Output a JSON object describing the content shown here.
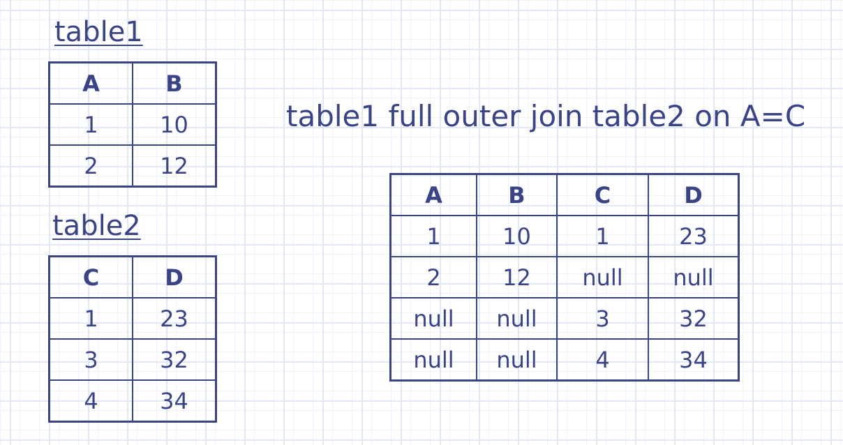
{
  "table1": {
    "title": "table1",
    "headers": [
      "A",
      "B"
    ],
    "rows": [
      [
        "1",
        "10"
      ],
      [
        "2",
        "12"
      ]
    ]
  },
  "table2": {
    "title": "table2",
    "headers": [
      "C",
      "D"
    ],
    "rows": [
      [
        "1",
        "23"
      ],
      [
        "3",
        "32"
      ],
      [
        "4",
        "34"
      ]
    ]
  },
  "join": {
    "caption": "table1 full outer join table2 on A=C",
    "headers": [
      "A",
      "B",
      "C",
      "D"
    ],
    "rows": [
      [
        "1",
        "10",
        "1",
        "23"
      ],
      [
        "2",
        "12",
        "null",
        "null"
      ],
      [
        "null",
        "null",
        "3",
        "32"
      ],
      [
        "null",
        "null",
        "4",
        "34"
      ]
    ]
  }
}
